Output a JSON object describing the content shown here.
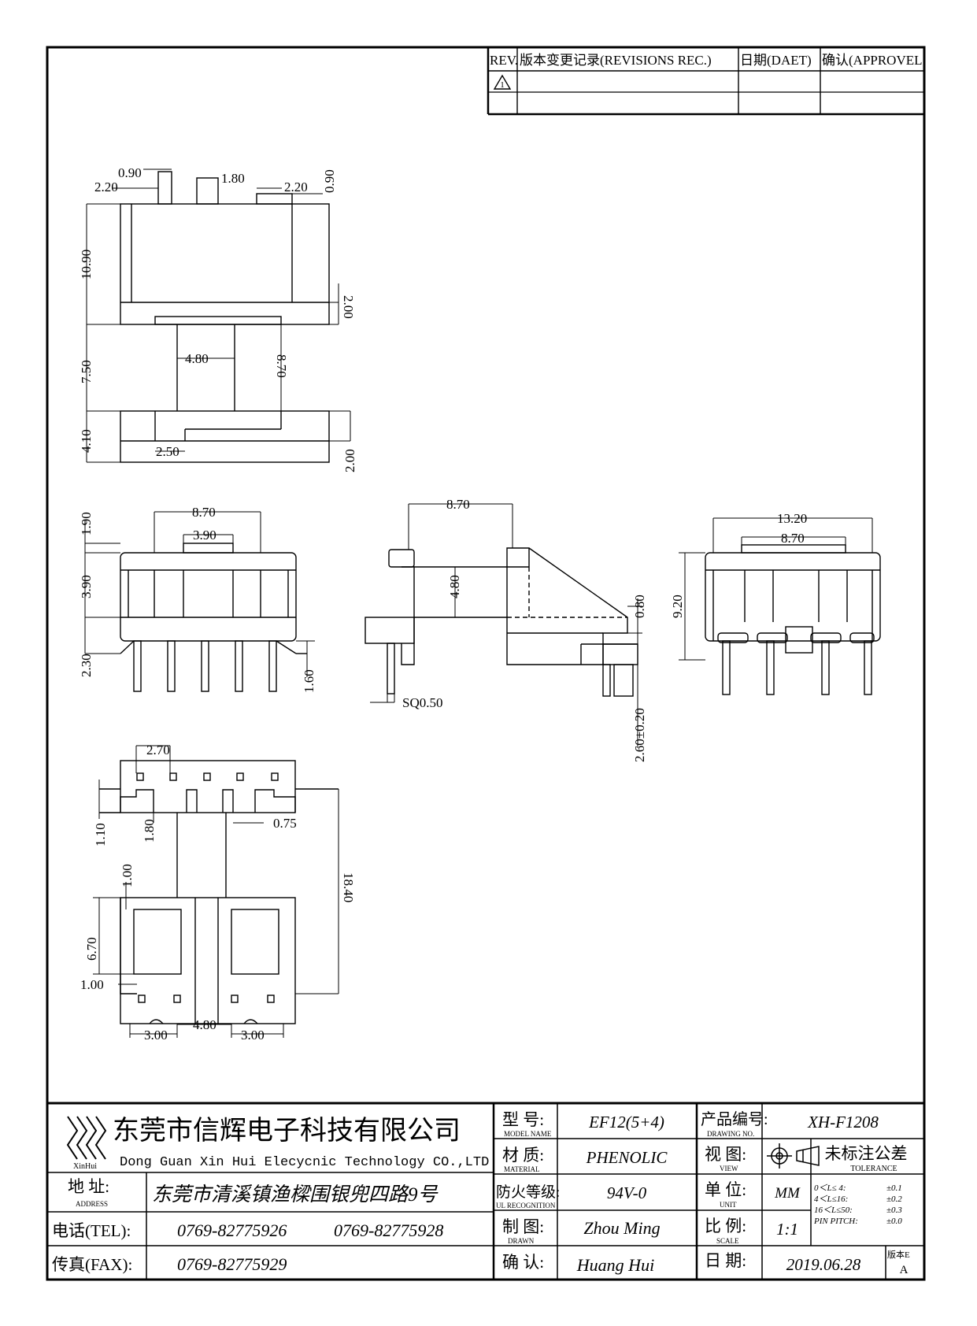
{
  "revision_table": {
    "headers": {
      "rev": "REV.",
      "record": "版本变更记录(REVISIONS REC.)",
      "date": "日期(DAET)",
      "approved": "确认(APPROVEL"
    },
    "row1_rev": "1"
  },
  "dims": {
    "top": {
      "d090_left": "0.90",
      "d220_left": "2.20",
      "d180": "1.80",
      "d220_right": "2.20",
      "d090_right": "0.90",
      "d1090": "10.90",
      "d200_upper": "2.00",
      "d480": "4.80",
      "d750": "7.50",
      "d870": "8.70",
      "d410": "4.10",
      "d250": "2.50",
      "d200_lower": "2.00"
    },
    "front": {
      "d870": "8.70",
      "d390_w": "3.90",
      "d190": "1.90",
      "d390_h": "3.90",
      "d230": "2.30",
      "d160": "1.60"
    },
    "side": {
      "d870": "8.70",
      "d480": "4.80",
      "d080": "0.80",
      "sq": "SQ0.50",
      "d260": "2.60±0.20"
    },
    "end": {
      "d1320": "13.20",
      "d870": "8.70",
      "d920": "9.20"
    },
    "bottom": {
      "d270": "2.70",
      "d110": "1.10",
      "d180": "1.80",
      "d075": "0.75",
      "d100_upper": "1.00",
      "d1840": "18.40",
      "d670": "6.70",
      "d100_lower": "1.00",
      "d300_left": "3.00",
      "d480": "4.80",
      "d300_right": "3.00"
    }
  },
  "title_block": {
    "company_cn": "东莞市信辉电子科技有限公司",
    "company_en": "Dong Guan Xin Hui Elecycnic Technology CO.,LTD",
    "logo_text": "XinHui",
    "address_label": "地 址:",
    "address_label_en": "ADDRESS",
    "address_value": "东莞市清溪镇渔樑围银兜四路9号",
    "tel_label": "电话(TEL):",
    "tel_value_1": "0769-82775926",
    "tel_value_2": "0769-82775928",
    "fax_label": "传真(FAX):",
    "fax_value": "0769-82775929",
    "model_label": "型 号:",
    "model_label_en": "MODEL NAME",
    "model_value": "EF12(5+4)",
    "material_label": "材 质:",
    "material_label_en": "MATERIAL",
    "material_value": "PHENOLIC",
    "fire_label": "防火等级:",
    "fire_label_en": "UL RECOGNITION",
    "fire_value": "94V-0",
    "drawn_label": "制 图:",
    "drawn_label_en": "DRAWN",
    "drawn_value": "Zhou Ming",
    "confirm_label": "确 认:",
    "confirm_value": "Huang Hui",
    "drawing_no_label": "产品编号:",
    "drawing_no_label_en": "DRAWING NO.",
    "drawing_no_value": "XH-F1208",
    "view_label": "视 图:",
    "view_label_en": "VIEW",
    "tolerance_label": "未标注公差",
    "tolerance_label_en": "TOLERANCE",
    "unit_label": "单 位:",
    "unit_label_en": "UNIT",
    "unit_value": "MM",
    "scale_label": "比 例:",
    "scale_label_en": "SCALE",
    "scale_value": "1:1",
    "date_label": "日 期:",
    "date_value": "2019.06.28",
    "version_label": "版本E",
    "version_value": "A",
    "tol_rows": [
      {
        "range": "0＜L≤ 4:",
        "val": "±0.1"
      },
      {
        "range": "4＜L≤16:",
        "val": "±0.2"
      },
      {
        "range": "16＜L≤50:",
        "val": "±0.3"
      },
      {
        "range": "PIN PITCH:",
        "val": "±0.0"
      }
    ]
  }
}
